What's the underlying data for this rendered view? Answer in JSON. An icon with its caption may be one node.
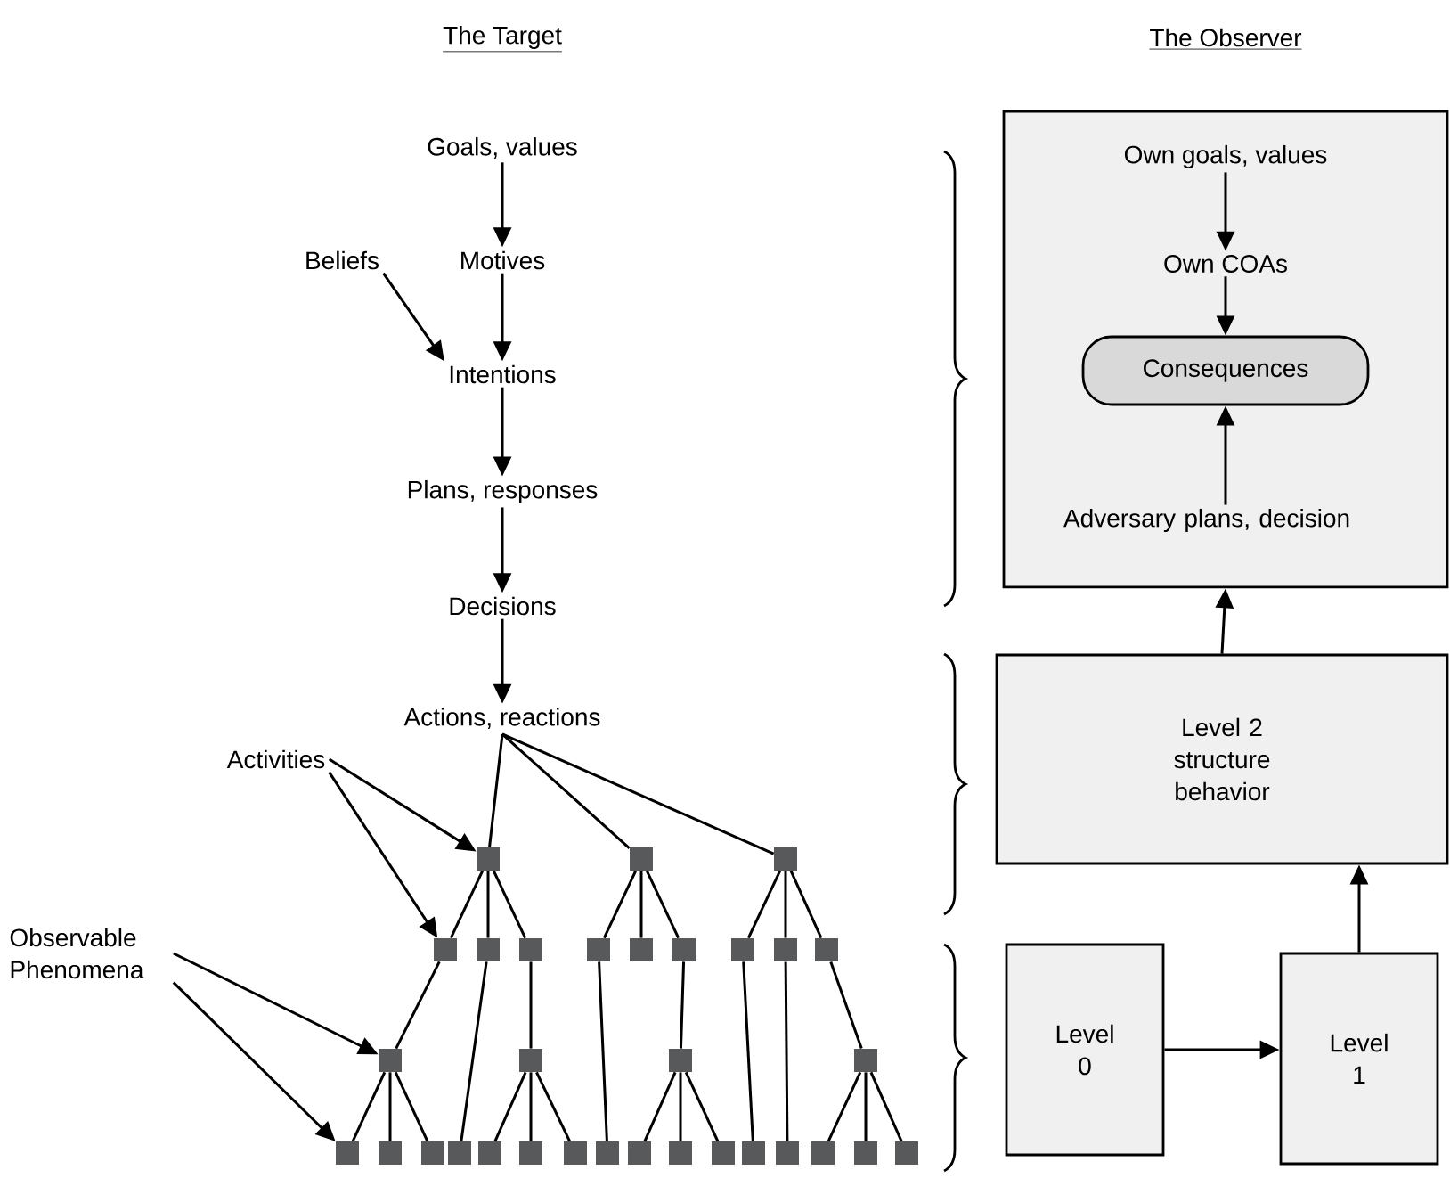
{
  "diagram": {
    "nodes": [
      {
        "text": [
          "Goals, values"
        ]
      },
      {
        "text": [
          "Beliefs"
        ]
      },
      {
        "text": [
          "Motives"
        ]
      },
      {
        "text": [
          "Intentions"
        ]
      },
      {
        "text": [
          "Plans, responses"
        ]
      },
      {
        "text": [
          "Decisions"
        ]
      },
      {
        "text": [
          "Actions, reactions"
        ]
      },
      {
        "text": [
          "Activities"
        ]
      },
      {
        "text": [
          "Observable Phenomena"
        ]
      },
      {
        "text": [],
        "shape": "box"
      },
      {
        "text": [],
        "shape": "box"
      },
      {
        "text": [],
        "shape": "box"
      },
      {
        "text": [],
        "shape": "box"
      },
      {
        "text": [],
        "shape": "box"
      },
      {
        "text": [],
        "shape": "box"
      },
      {
        "text": [],
        "shape": "box"
      },
      {
        "text": [],
        "shape": "box"
      },
      {
        "text": [],
        "shape": "box"
      },
      {
        "text": [],
        "shape": "box"
      },
      {
        "text": [],
        "shape": "box"
      },
      {
        "text": [],
        "shape": "box"
      },
      {
        "text": [],
        "shape": "box"
      },
      {
        "text": [],
        "shape": "box"
      },
      {
        "text": [],
        "shape": "box"
      },
      {
        "text": [],
        "shape": "box"
      },
      {
        "text": [],
        "shape": "box"
      },
      {
        "text": [],
        "shape": "box"
      },
      {
        "text": [],
        "shape": "box"
      },
      {
        "text": [],
        "shape": "box"
      },
      {
        "text": [],
        "shape": "box"
      },
      {
        "text": [],
        "shape": "box"
      },
      {
        "text": [],
        "shape": "box"
      },
      {
        "text": [],
        "shape": "box"
      },
      {
        "text": [],
        "shape": "box"
      },
      {
        "text": [],
        "shape": "box"
      },
      {
        "text": [],
        "shape": "box"
      },
      {
        "text": [],
        "shape": "box"
      },
      {
        "text": [],
        "shape": "box"
      },
      {
        "text": [],
        "shape": "box"
      },
      {
        "text": [],
        "shape": "box"
      },
      {
        "text": [],
        "shape": "box"
      },
      {
        "text": [],
        "shape": "box"
      },
      {
        "text": [
          "Own goals, values"
        ],
        "in": 41
      },
      {
        "text": [
          "Own COAs"
        ],
        "in": 41
      },
      {
        "text": [
          "Consequences"
        ],
        "in": 41
      },
      {
        "text": [
          "Adversary plans, decision"
        ],
        "in": 41
      },
      {
        "text": [
          "Level 2 structure behavior"
        ]
      },
      {
        "text": [
          "Level 0"
        ]
      },
      {
        "text": [
          "Level 1"
        ]
      }
    ],
    "edges": [
      {
        "from": 0,
        "to": 2,
        "arrow": "to"
      },
      {
        "from": 2,
        "to": 3,
        "arrow": "to"
      },
      {
        "from": 1,
        "to": 3,
        "arrow": "to"
      },
      {
        "from": 3,
        "to": 4,
        "arrow": "to"
      },
      {
        "from": 4,
        "to": 5,
        "arrow": "to"
      },
      {
        "from": 5,
        "to": 6,
        "arrow": "to"
      },
      {
        "from": 6,
        "to": 9,
        "arrow": "none"
      },
      {
        "from": 6,
        "to": 10,
        "arrow": "none"
      },
      {
        "from": 6,
        "to": 11,
        "arrow": "none"
      },
      {
        "from": 7,
        "to": 9,
        "arrow": "to"
      },
      {
        "from": 7,
        "to": 12,
        "arrow": "to"
      },
      {
        "from": 8,
        "to": 21,
        "arrow": "to"
      },
      {
        "from": 8,
        "to": 25,
        "arrow": "to"
      },
      {
        "from": 9,
        "to": 12,
        "arrow": "none"
      },
      {
        "from": 9,
        "to": 13,
        "arrow": "none"
      },
      {
        "from": 9,
        "to": 14,
        "arrow": "none"
      },
      {
        "from": 10,
        "to": 15,
        "arrow": "none"
      },
      {
        "from": 10,
        "to": 16,
        "arrow": "none"
      },
      {
        "from": 10,
        "to": 17,
        "arrow": "none"
      },
      {
        "from": 11,
        "to": 18,
        "arrow": "none"
      },
      {
        "from": 11,
        "to": 19,
        "arrow": "none"
      },
      {
        "from": 11,
        "to": 20,
        "arrow": "none"
      },
      {
        "from": 12,
        "to": 21,
        "arrow": "none"
      },
      {
        "from": 13,
        "to": 28,
        "arrow": "none"
      },
      {
        "from": 14,
        "to": 22,
        "arrow": "none"
      },
      {
        "from": 15,
        "to": 32,
        "arrow": "none"
      },
      {
        "from": 17,
        "to": 23,
        "arrow": "none"
      },
      {
        "from": 18,
        "to": 36,
        "arrow": "none"
      },
      {
        "from": 19,
        "to": 37,
        "arrow": "none"
      },
      {
        "from": 20,
        "to": 24,
        "arrow": "none"
      },
      {
        "from": 21,
        "to": 25,
        "arrow": "none"
      },
      {
        "from": 21,
        "to": 26,
        "arrow": "none"
      },
      {
        "from": 21,
        "to": 27,
        "arrow": "none"
      },
      {
        "from": 22,
        "to": 29,
        "arrow": "none"
      },
      {
        "from": 22,
        "to": 30,
        "arrow": "none"
      },
      {
        "from": 22,
        "to": 31,
        "arrow": "none"
      },
      {
        "from": 23,
        "to": 33,
        "arrow": "none"
      },
      {
        "from": 23,
        "to": 34,
        "arrow": "none"
      },
      {
        "from": 23,
        "to": 35,
        "arrow": "none"
      },
      {
        "from": 24,
        "to": 38,
        "arrow": "none"
      },
      {
        "from": 24,
        "to": 39,
        "arrow": "none"
      },
      {
        "from": 24,
        "to": 40,
        "arrow": "none"
      },
      {
        "from": 42,
        "to": 43,
        "arrow": "to"
      },
      {
        "from": 43,
        "to": 44,
        "arrow": "to"
      },
      {
        "from": 45,
        "to": 44,
        "arrow": "to"
      },
      {
        "from": 46,
        "to": 41,
        "arrow": "to"
      },
      {
        "from": 48,
        "to": 46,
        "arrow": "to"
      },
      {
        "from": 47,
        "to": 48,
        "arrow": "to"
      }
    ],
    "labels": [
      "The Target",
      "The Observer"
    ]
  }
}
